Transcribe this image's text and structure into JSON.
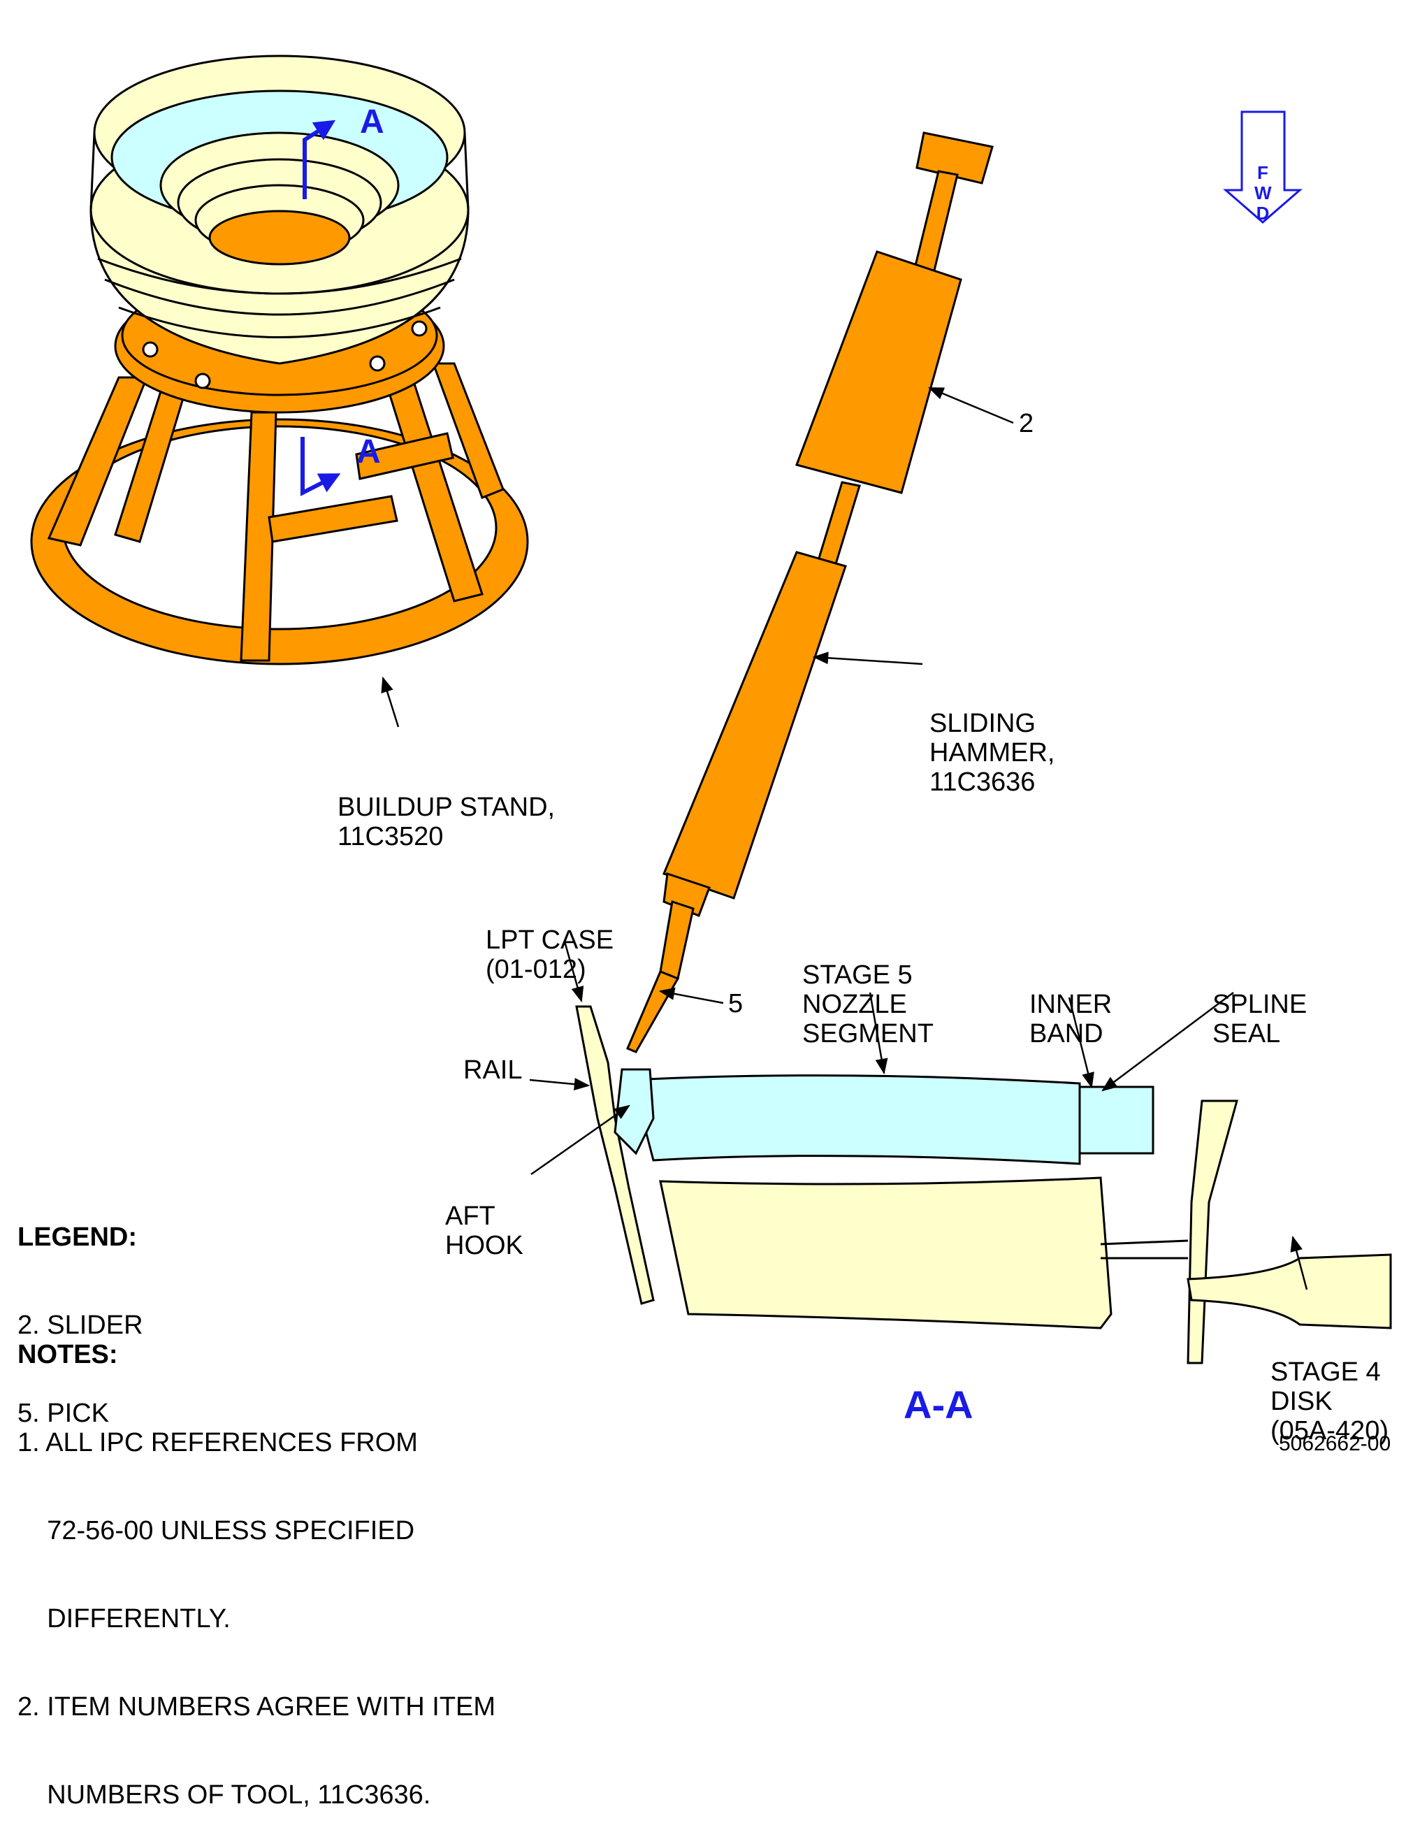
{
  "callouts": {
    "item2": "2",
    "item5": "5",
    "sliding_hammer": [
      "SLIDING",
      "HAMMER,",
      "11C3636"
    ],
    "buildup_stand": [
      "BUILDUP STAND,",
      "11C3520"
    ],
    "lpt_case": [
      "LPT CASE",
      "(01-012)"
    ],
    "stage5_nozzle": [
      "STAGE 5",
      "NOZZLE",
      "SEGMENT"
    ],
    "inner_band": [
      "INNER",
      "BAND"
    ],
    "spline_seal": [
      "SPLINE",
      "SEAL"
    ],
    "rail": "RAIL",
    "aft_hook": [
      "AFT",
      "HOOK"
    ],
    "stage4_disk": [
      "STAGE 4",
      "DISK",
      "(05A-420)"
    ]
  },
  "section_marks": {
    "upper": "A",
    "lower": "A",
    "view_title": "A-A"
  },
  "fwd_arrow": [
    "F",
    "W",
    "D"
  ],
  "legend": {
    "title": "LEGEND:",
    "items": [
      "2. SLIDER",
      "5. PICK"
    ]
  },
  "notes": {
    "title": "NOTES:",
    "items": [
      [
        "1. ALL IPC REFERENCES FROM",
        "    72-56-00 UNLESS SPECIFIED",
        "    DIFFERENTLY."
      ],
      [
        "2. ITEM NUMBERS AGREE WITH ITEM",
        "    NUMBERS OF TOOL, 11C3636."
      ]
    ]
  },
  "figure_id": "5062662-00",
  "colors": {
    "tool_orange": "#ff9900",
    "engine_cream": "#ffffcc",
    "nozzle_cyan": "#ccffff",
    "section_blue": "#1a1ae6"
  }
}
